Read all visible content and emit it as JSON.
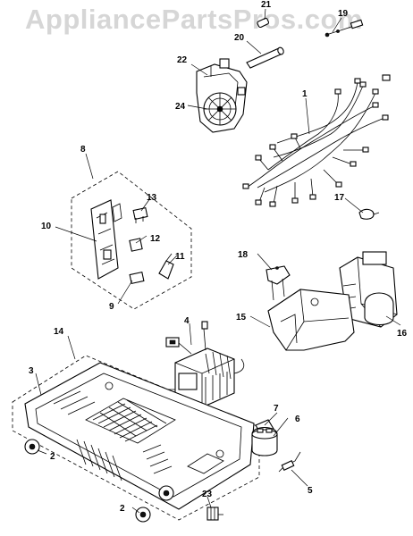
{
  "watermark": "AppliancePartsPros.com",
  "callouts": {
    "p1": "1",
    "p2a": "2",
    "p2b": "2",
    "p3": "3",
    "p4": "4",
    "p5": "5",
    "p6": "6",
    "p7": "7",
    "p8": "8",
    "p9": "9",
    "p10": "10",
    "p11": "11",
    "p12": "12",
    "p13": "13",
    "p14": "14",
    "p15": "15",
    "p16": "16",
    "p17": "17",
    "p18": "18",
    "p19": "19",
    "p20": "20",
    "p21": "21",
    "p22": "22",
    "p23": "23",
    "p24": "24"
  }
}
